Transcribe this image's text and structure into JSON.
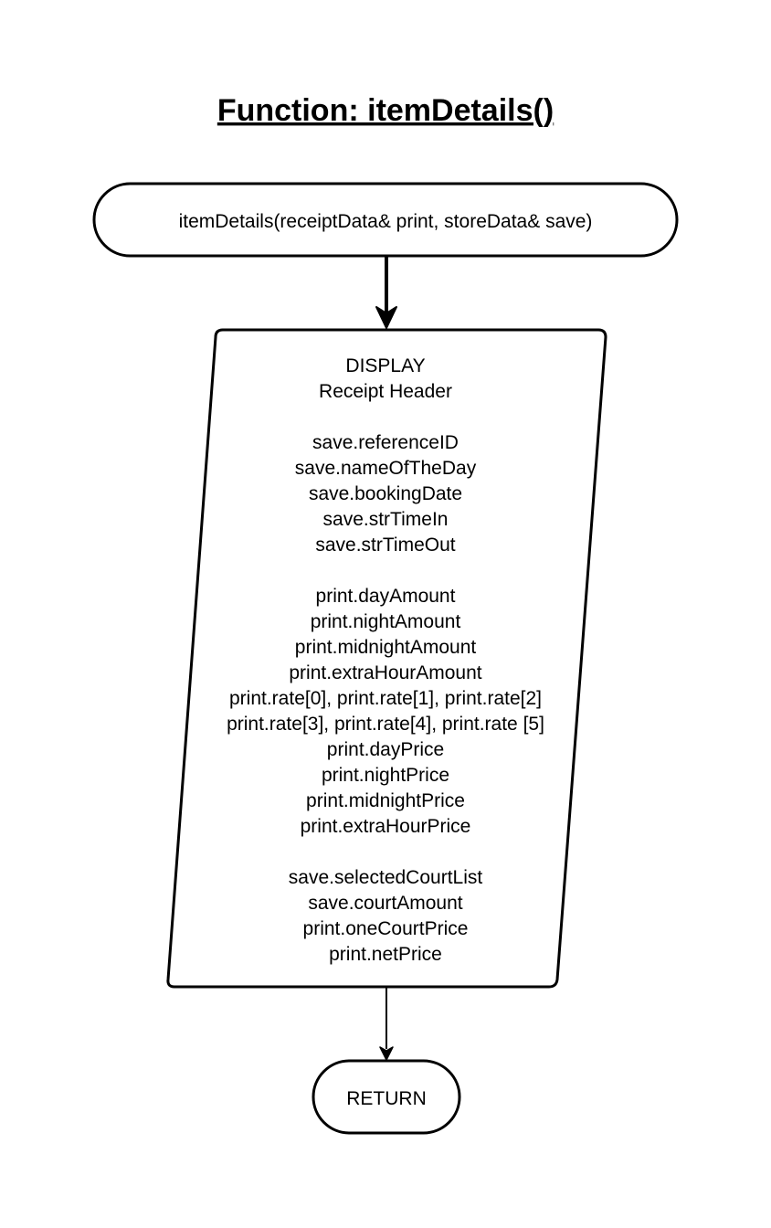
{
  "title": "Function: itemDetails()",
  "start_node": {
    "label": "itemDetails(receiptData& print, storeData& save)"
  },
  "process_node": {
    "lines": [
      "DISPLAY",
      "Receipt Header",
      "",
      "save.referenceID",
      "save.nameOfTheDay",
      "save.bookingDate",
      "save.strTimeIn",
      "save.strTimeOut",
      "",
      "print.dayAmount",
      "print.nightAmount",
      "print.midnightAmount",
      "print.extraHourAmount",
      "print.rate[0], print.rate[1], print.rate[2]",
      "print.rate[3], print.rate[4], print.rate [5]",
      "print.dayPrice",
      "print.nightPrice",
      "print.midnightPrice",
      "print.extraHourPrice",
      "",
      "save.selectedCourtList",
      "save.courtAmount",
      "print.oneCourtPrice",
      "print.netPrice"
    ]
  },
  "end_node": {
    "label": "RETURN"
  },
  "colors": {
    "stroke": "#000000",
    "fill": "#ffffff",
    "text": "#000000"
  }
}
